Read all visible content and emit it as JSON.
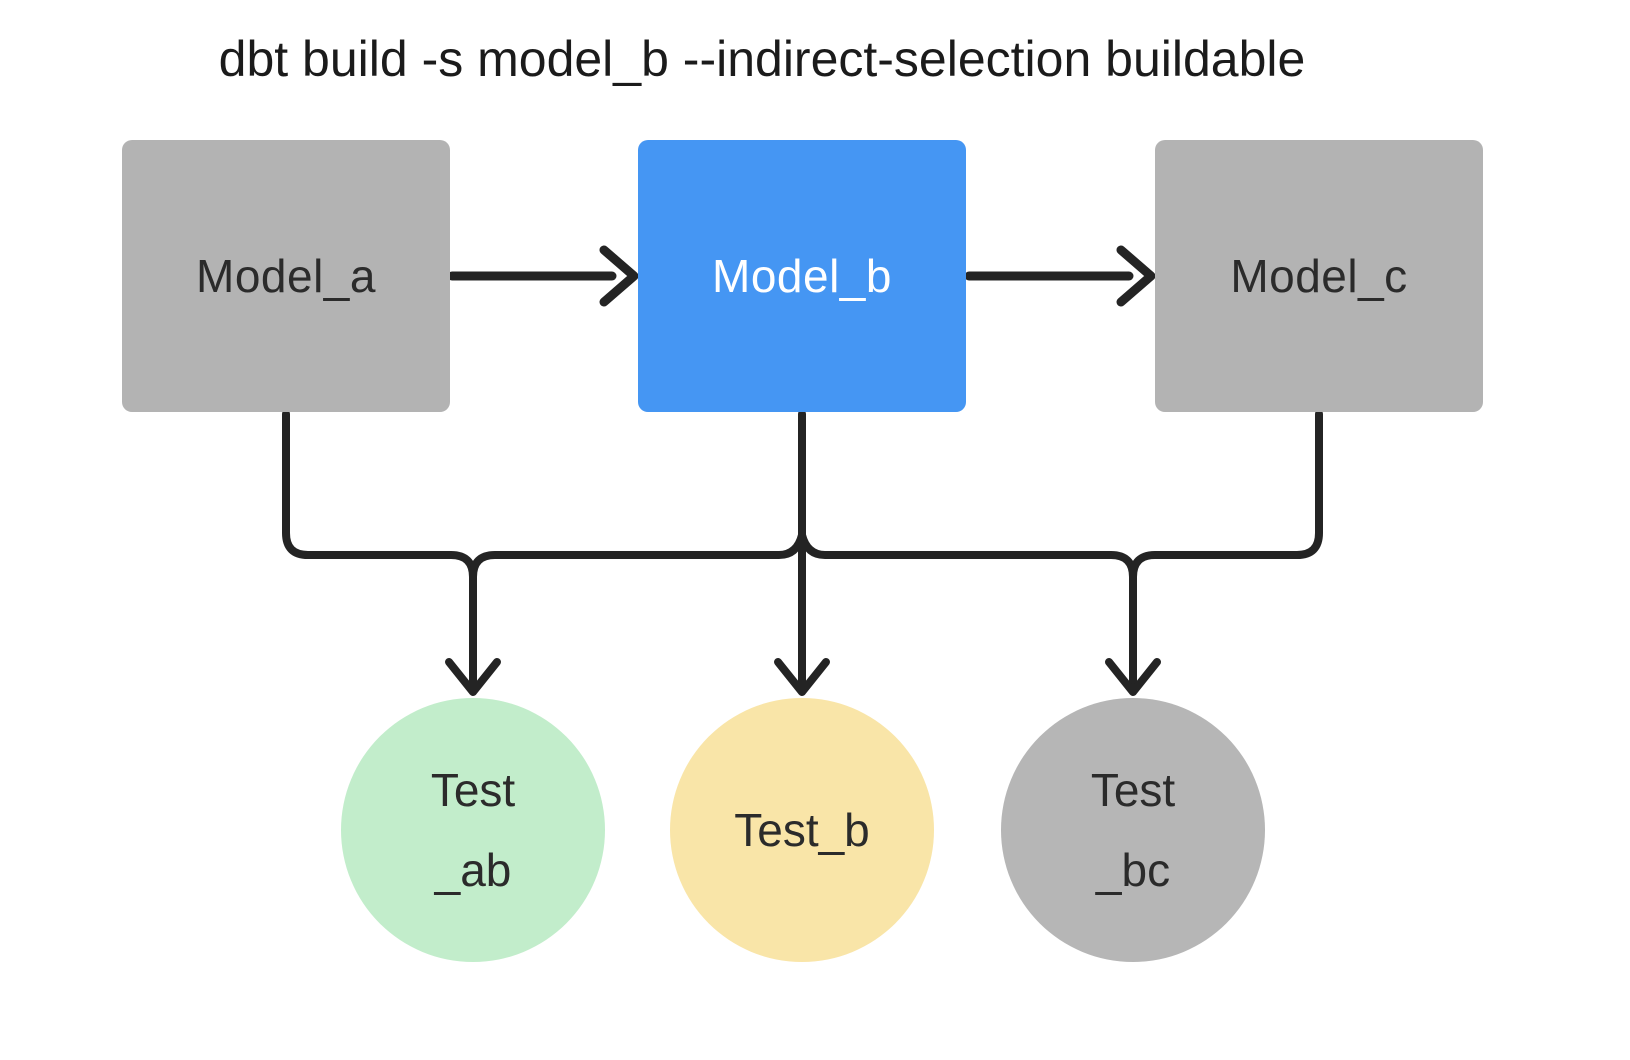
{
  "title": "dbt build -s model_b --indirect-selection buildable",
  "diagram": {
    "connector_color": "#242424",
    "models": [
      {
        "id": "model_a",
        "label": "Model_a",
        "fill": "#b3b3b3",
        "text_color": "#2b2b2b",
        "selected": false
      },
      {
        "id": "model_b",
        "label": "Model_b",
        "fill": "#4596f3",
        "text_color": "#ffffff",
        "selected": true
      },
      {
        "id": "model_c",
        "label": "Model_c",
        "fill": "#b3b3b3",
        "text_color": "#2b2b2b",
        "selected": false
      }
    ],
    "tests": [
      {
        "id": "test_ab",
        "label_line1": "Test",
        "label_line2": "_ab",
        "fill": "#c2edcb",
        "text_color": "#2b2b2b"
      },
      {
        "id": "test_b",
        "label_line1": "Test_b",
        "label_line2": "",
        "fill": "#f9e5a8",
        "text_color": "#2b2b2b"
      },
      {
        "id": "test_bc",
        "label_line1": "Test",
        "label_line2": "_bc",
        "fill": "#b6b6b6",
        "text_color": "#2b2b2b"
      }
    ],
    "edges": [
      {
        "from": "model_a",
        "to": "model_b"
      },
      {
        "from": "model_b",
        "to": "model_c"
      },
      {
        "from": "model_a",
        "to": "test_ab"
      },
      {
        "from": "model_b",
        "to": "test_ab"
      },
      {
        "from": "model_b",
        "to": "test_b"
      },
      {
        "from": "model_b",
        "to": "test_bc"
      },
      {
        "from": "model_c",
        "to": "test_bc"
      }
    ]
  }
}
